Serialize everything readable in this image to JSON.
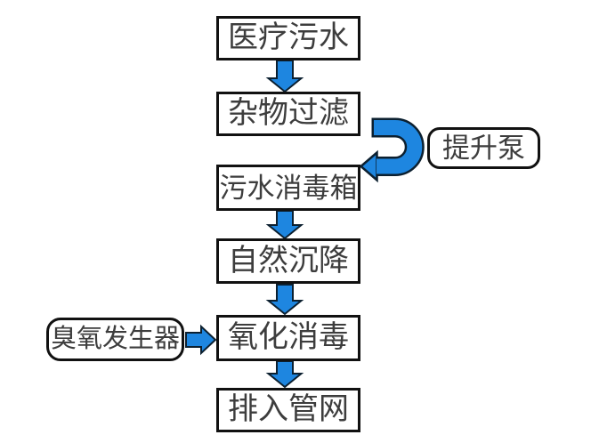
{
  "diagram": {
    "colors": {
      "background": "#ffffff",
      "arrow_fill": "#1e86e0",
      "arrow_outline": "#0c2030",
      "node_border": "#111111",
      "node_text": "#3d3d3d"
    },
    "nodes": [
      {
        "id": "medical-sewage",
        "label": "医疗污水",
        "shape": "rect"
      },
      {
        "id": "debris-filtering",
        "label": "杂物过滤",
        "shape": "rect"
      },
      {
        "id": "sewage-disinfection-tank",
        "label": "污水消毒箱",
        "shape": "rect"
      },
      {
        "id": "natural-sedimentation",
        "label": "自然沉降",
        "shape": "rect"
      },
      {
        "id": "oxidation-disinfection",
        "label": "氧化消毒",
        "shape": "rect"
      },
      {
        "id": "discharge-to-pipe-network",
        "label": "排入管网",
        "shape": "rect"
      },
      {
        "id": "lift-pump",
        "label": "提升泵",
        "shape": "rounded"
      },
      {
        "id": "ozone-generator",
        "label": "臭氧发生器",
        "shape": "rounded"
      }
    ],
    "edges": [
      {
        "from": "medical-sewage",
        "to": "debris-filtering",
        "type": "arrow-down"
      },
      {
        "from": "debris-filtering",
        "to": "sewage-disinfection-tank",
        "type": "arrow-u-turn-right",
        "via": "lift-pump"
      },
      {
        "from": "sewage-disinfection-tank",
        "to": "natural-sedimentation",
        "type": "arrow-down"
      },
      {
        "from": "natural-sedimentation",
        "to": "oxidation-disinfection",
        "type": "arrow-down"
      },
      {
        "from": "ozone-generator",
        "to": "oxidation-disinfection",
        "type": "arrow-right"
      },
      {
        "from": "oxidation-disinfection",
        "to": "discharge-to-pipe-network",
        "type": "arrow-down"
      }
    ]
  }
}
